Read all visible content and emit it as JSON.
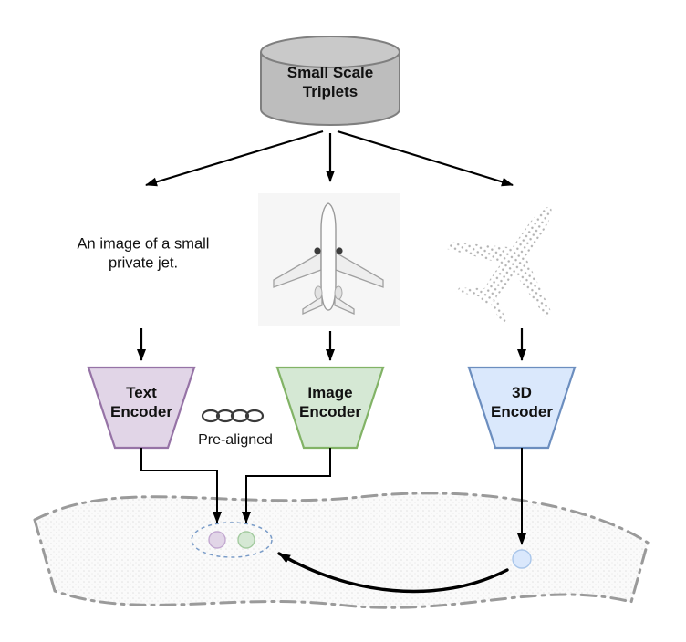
{
  "diagram": {
    "dataset": {
      "label": "Small Scale Triplets",
      "icon": "database-cylinder-icon",
      "fill": "#bdbdbd",
      "stroke": "#7f7f7f"
    },
    "modalities": {
      "text_caption": "An image of a small private jet.",
      "image_icon": "airplane-top-view-image",
      "pointcloud_icon": "airplane-point-cloud"
    },
    "encoders": {
      "text": {
        "label": "Text Encoder",
        "fill": "#e1d5e7",
        "stroke": "#9673a6"
      },
      "image": {
        "label": "Image Encoder",
        "fill": "#d5e8d4",
        "stroke": "#82b366"
      },
      "threed": {
        "label": "3D Encoder",
        "fill": "#dae8fc",
        "stroke": "#6c8ebf"
      }
    },
    "prealigned": {
      "label": "Pre-aligned",
      "icon": "chain-link-icon"
    },
    "embedding_space": {
      "text_dot_fill": "#e1d5e7",
      "text_dot_stroke": "#c3a9d1",
      "image_dot_fill": "#d5e8d4",
      "image_dot_stroke": "#a4cba0",
      "threed_dot_fill": "#dae8fc",
      "threed_dot_stroke": "#a9c6ea"
    }
  }
}
